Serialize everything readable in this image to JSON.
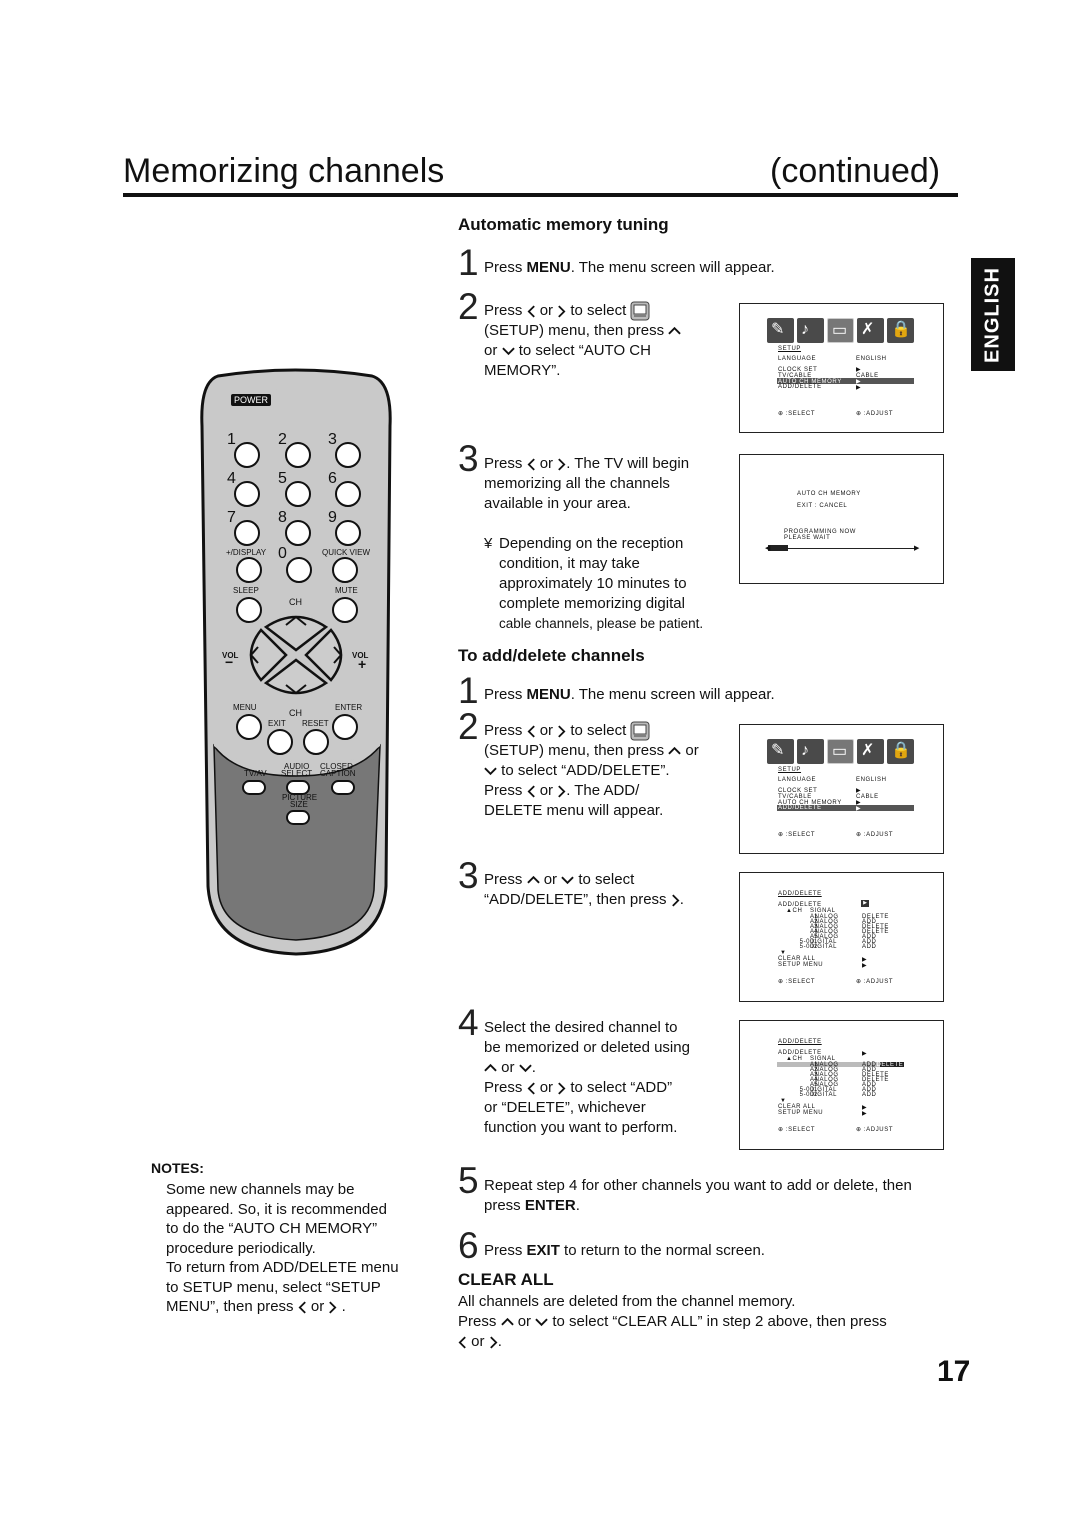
{
  "page": {
    "title": "Memorizing channels",
    "continued": "continued)",
    "page_number": "17",
    "language_tab": "ENGLISH"
  },
  "auto": {
    "heading": "Automatic memory tuning",
    "s1": {
      "num": "1",
      "pre": "Press ",
      "bold": "MENU",
      "post": ". The menu screen will appear."
    },
    "s2": {
      "num": "2",
      "l1a": "Press",
      "l1b": "or",
      "l1c": "to select",
      "l2": "(SETUP) menu, then press",
      "l3a": "or",
      "l3b": "to select “AUTO CH",
      "l4": "MEMORY”."
    },
    "s3": {
      "num": "3",
      "l1a": "Press",
      "l1b": "or",
      "l1c": ". The TV will begin",
      "l2": "memorizing all the channels",
      "l3": "available in your area."
    },
    "note": {
      "bullet": "¥",
      "l1": "Depending on the reception",
      "l2": "condition, it may take",
      "l3": "approximately 10 minutes to",
      "l4": "complete memorizing digital",
      "l5": "cable channels, please be patient."
    }
  },
  "add": {
    "heading": "To add/delete channels",
    "s1": {
      "num": "1",
      "pre": "Press ",
      "bold": "MENU",
      "post": ". The menu screen will appear."
    },
    "s2": {
      "num": "2",
      "l1a": "Press",
      "l1b": "or",
      "l1c": "to select",
      "l2a": "(SETUP) menu, then press",
      "l2b": "or",
      "l3": "to select “ADD/DELETE”.",
      "l4a": "Press",
      "l4b": "or",
      "l4c": ". The ADD/",
      "l5": "DELETE menu will appear."
    },
    "s3": {
      "num": "3",
      "l1a": "Press",
      "l1b": "or",
      "l1c": "to select",
      "l2": "“ADD/DELETE”, then press",
      "l2end": "."
    },
    "s4": {
      "num": "4",
      "l1": "Select the desired channel to",
      "l2": "be memorized or deleted using",
      "l3": "or",
      "l3end": ".",
      "l4a": "Press",
      "l4b": "or",
      "l4c": "to select “ADD”",
      "l5": "or “DELETE”, whichever",
      "l6": "function you want to perform."
    },
    "s5": {
      "num": "5",
      "l1": "Repeat step 4 for other channels you want to add or delete, then",
      "l2pre": "press ",
      "l2bold": "ENTER",
      "l2post": "."
    },
    "s6": {
      "num": "6",
      "pre": "Press ",
      "bold": "EXIT",
      "post": " to return to the normal screen."
    }
  },
  "clear": {
    "heading": "CLEAR ALL",
    "l1": "All channels are deleted from the channel memory.",
    "l2a": "Press",
    "l2b": "or",
    "l2c": "to select “CLEAR ALL” in step 2 above, then press",
    "l3": "or",
    "l3end": "."
  },
  "notes": {
    "heading": "NOTES:",
    "p1": [
      "Some new channels may be",
      "appeared. So, it is recommended",
      "to do the “AUTO CH MEMORY”",
      "procedure periodically."
    ],
    "p2": [
      "To return from ADD/DELETE menu",
      "to SETUP menu, select “SETUP",
      "MENU”, then press"
    ],
    "p2end_or": "or",
    "p2end": "."
  },
  "screens": {
    "setup": {
      "title": "SETUP",
      "rows": [
        [
          "LANGUAGE",
          "ENGLISH"
        ],
        [
          "CLOCK SET",
          "▶"
        ],
        [
          "TV/CABLE",
          "CABLE"
        ],
        [
          "AUTO CH MEMORY",
          "▶"
        ],
        [
          "ADD/DELETE",
          "▶"
        ]
      ],
      "footer_l": "⊕ :SELECT",
      "footer_r": "⊕ :ADJUST"
    },
    "automem": {
      "l1": "AUTO CH MEMORY",
      "l2": "EXIT : CANCEL",
      "l3": "PROGRAMMING NOW",
      "l4": "PLEASE WAIT"
    },
    "adddel": {
      "title": "ADD/DELETE",
      "head": [
        "ADD/DELETE",
        "▶"
      ],
      "cols": [
        "CH",
        "SIGNAL"
      ],
      "rows": [
        [
          "1",
          "ANALOG",
          "DELETE"
        ],
        [
          "2",
          "ANALOG",
          "ADD"
        ],
        [
          "3",
          "ANALOG",
          "DELETE"
        ],
        [
          "4",
          "ANALOG",
          "DELETE"
        ],
        [
          "5",
          "ANALOG",
          "ADD"
        ],
        [
          "5-001",
          "DIGITAL",
          "ADD"
        ],
        [
          "5-002",
          "DIGITAL",
          "ADD"
        ]
      ],
      "clear": "CLEAR ALL",
      "setupmenu": "SETUP MENU",
      "footer_l": "⊕ :SELECT",
      "footer_r": "⊕ :ADJUST"
    }
  },
  "remote": {
    "power": "POWER",
    "nums": [
      "1",
      "2",
      "3",
      "4",
      "5",
      "6",
      "7",
      "8",
      "9",
      "0"
    ],
    "display": "+/DISPLAY",
    "quickview": "QUICK VIEW",
    "sleep": "SLEEP",
    "mute": "MUTE",
    "ch": "CH",
    "vol": "VOL",
    "minus": "−",
    "plus": "+",
    "menu": "MENU",
    "enter": "ENTER",
    "exit": "EXIT",
    "reset": "RESET",
    "audio": "AUDIO",
    "select": "SELECT",
    "closed": "CLOSED",
    "caption": "CAPTION",
    "tvav": "TV/AV",
    "picture": "PICTURE",
    "size": "SIZE"
  }
}
